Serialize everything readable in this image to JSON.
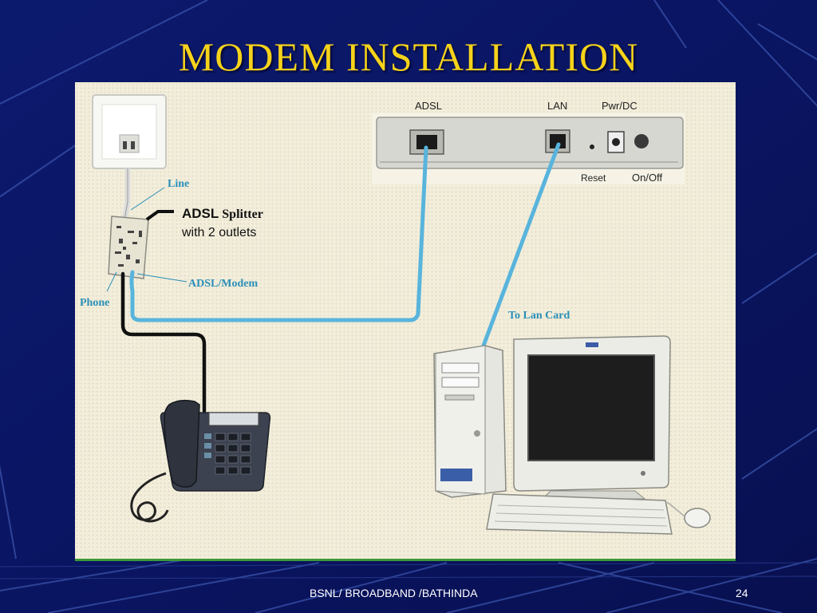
{
  "slide": {
    "title": "MODEM INSTALLATION",
    "footer_text": "BSNL/ BROADBAND /BATHINDA",
    "page_number": "24"
  },
  "diagram": {
    "modem_ports": {
      "adsl": "ADSL",
      "lan": "LAN",
      "power": "Pwr/DC",
      "reset": "Reset",
      "power_switch": "On/Off"
    },
    "labels": {
      "line": "Line",
      "splitter_bold": "ADSL",
      "splitter_rest": " Splitter",
      "splitter_line2": "with 2 outlets",
      "adsl_modem": "ADSL/Modem",
      "phone": "Phone",
      "to_lan_card": "To Lan Card"
    },
    "colors": {
      "background": "#0a1460",
      "title": "#f6d31a",
      "panel": "#f3eedb",
      "network_cable": "#58b4dc",
      "phone_cable": "#111111",
      "label_text": "#2a8fb8"
    }
  }
}
